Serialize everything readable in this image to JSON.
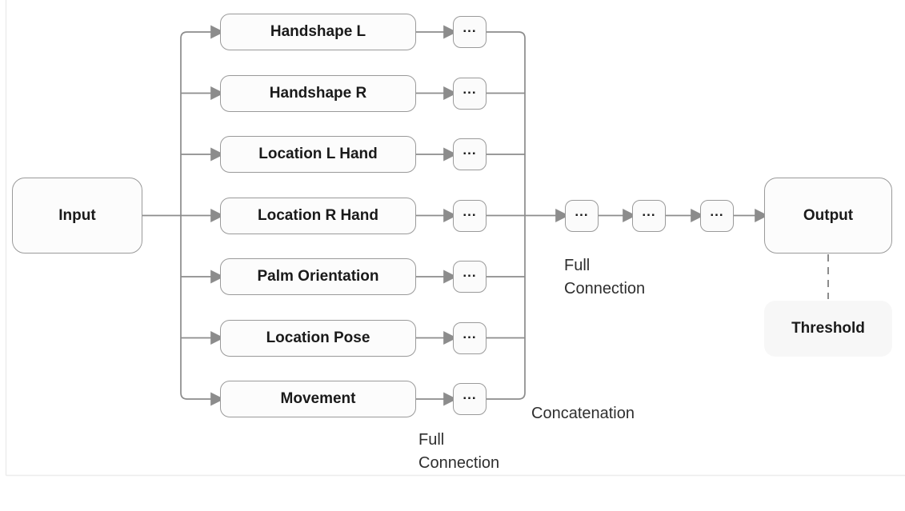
{
  "colors": {
    "node_border": "#9a9a9a",
    "node_fill": "#fcfcfc",
    "small_node_fill": "#fbfbfb",
    "threshold_fill": "#f7f7f7",
    "line": "#8c8c8c",
    "node_text": "#1a1a1a",
    "label_text": "#2e2e2e",
    "frame_line": "#ececec"
  },
  "nodes": {
    "input": "Input",
    "output": "Output",
    "threshold": "Threshold",
    "ellipsis": "..."
  },
  "branches": [
    "Handshape L",
    "Handshape R",
    "Location L Hand",
    "Location R Hand",
    "Palm Orientation",
    "Location Pose",
    "Movement"
  ],
  "middle_nodes": [
    "...",
    "...",
    "..."
  ],
  "labels": {
    "full_connection_branch": {
      "line1": "Full",
      "line2": "Connection"
    },
    "full_connection_middle": {
      "line1": "Full",
      "line2": "Connection"
    },
    "concatenation": "Concatenation"
  }
}
